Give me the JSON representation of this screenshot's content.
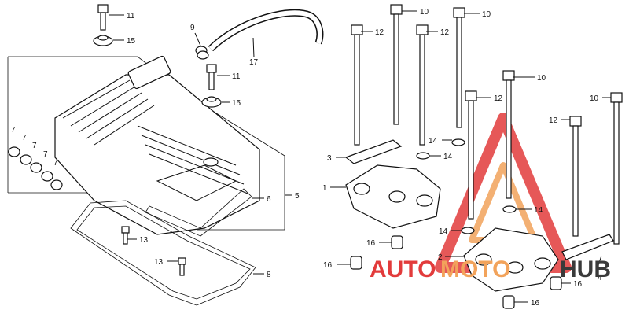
{
  "callouts": {
    "c11a": "11",
    "c15a": "15",
    "c9": "9",
    "c17": "17",
    "c10a": "10",
    "c10b": "10",
    "c12a": "12",
    "c12b": "12",
    "c11b": "11",
    "c15b": "15",
    "c7a": "7",
    "c7b": "7",
    "c7c": "7",
    "c7d": "7",
    "c7e": "7",
    "c10c": "10",
    "c12c": "12",
    "c10d": "10",
    "c12d": "12",
    "c3": "3",
    "c14a": "14",
    "c14b": "14",
    "c1": "1",
    "c6": "6",
    "c5": "5",
    "c14c": "14",
    "c13a": "13",
    "c14d": "14",
    "c16a": "16",
    "c2": "2",
    "c13b": "13",
    "c16b": "16",
    "c8": "8",
    "c16c": "16",
    "c4": "4",
    "c16d": "16"
  },
  "watermark": {
    "text_red": "AUTO",
    "text_orange": "MOTO",
    "text_dark": "HUB",
    "color_red": "#e23b3b",
    "color_orange": "#f2a35b",
    "color_dark": "#3a3a3a"
  }
}
